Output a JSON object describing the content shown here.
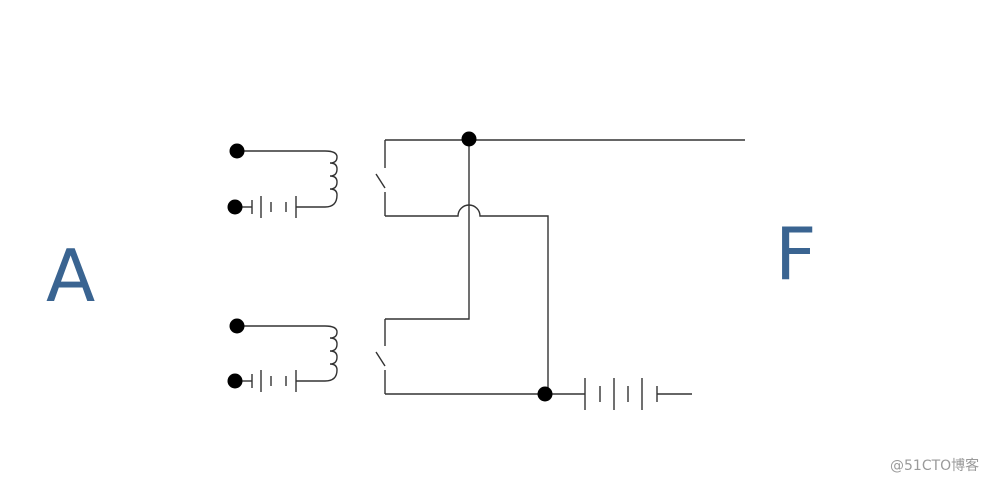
{
  "labels": {
    "left": "A",
    "right": "F"
  },
  "watermark": "@51CTO博客",
  "colors": {
    "label": "#3a6491",
    "wire": "#333333",
    "node": "#000000",
    "watermark": "#9a9a9a"
  },
  "components": {
    "terminal_icon": "filled-circle",
    "coil_icon": "inductor-coil",
    "battery_icon": "battery-cells",
    "switch_icon": "open-switch",
    "crossover_icon": "wire-hop"
  }
}
